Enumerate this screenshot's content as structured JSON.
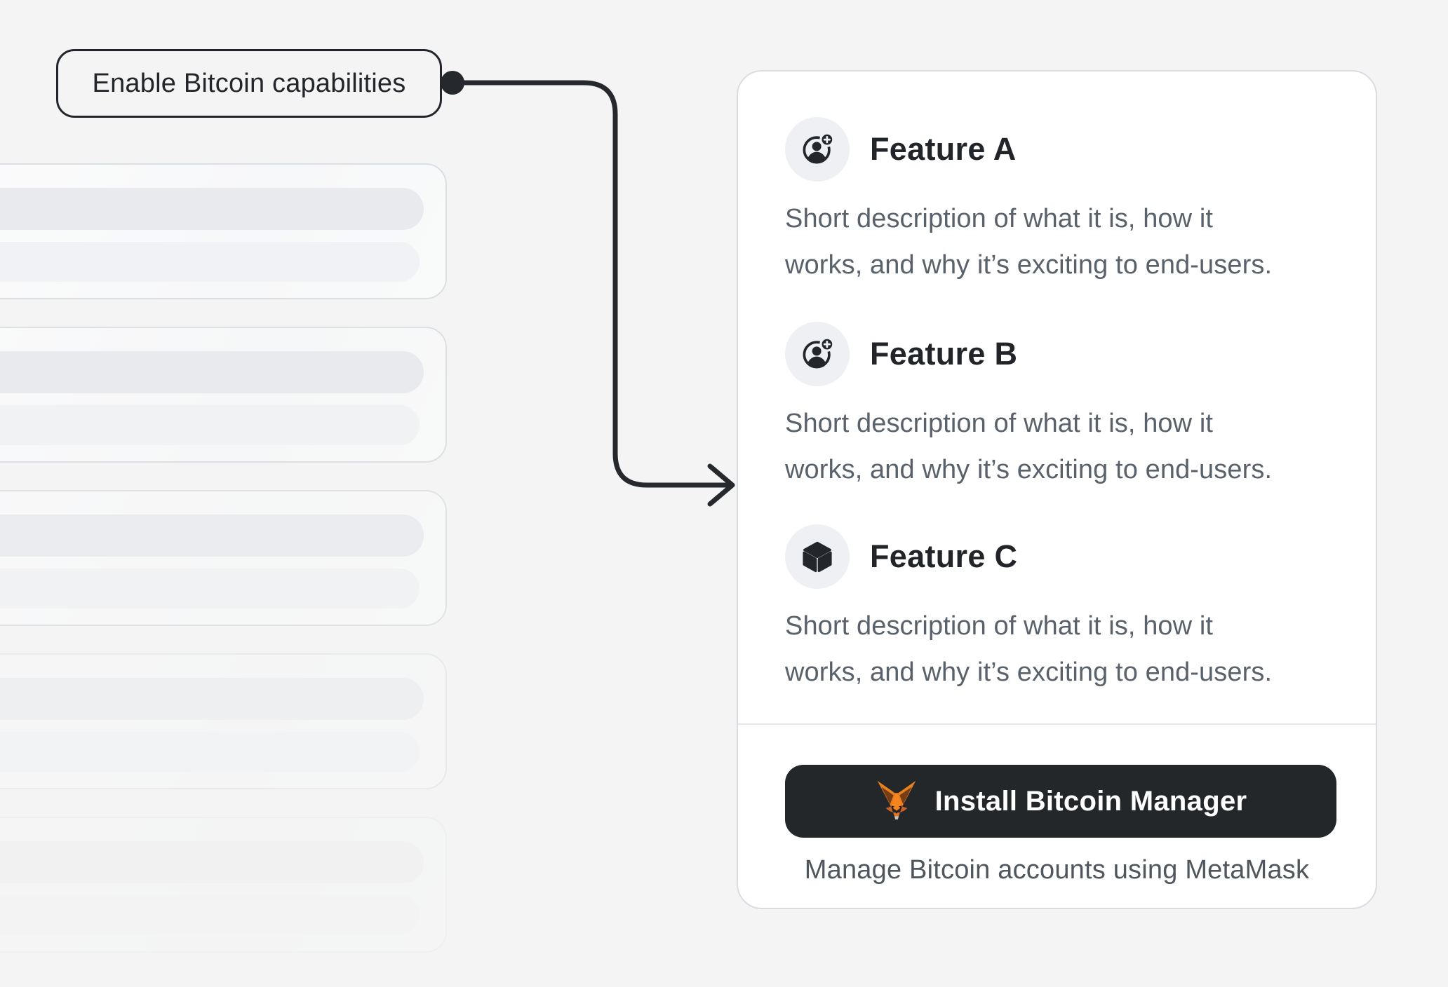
{
  "callout": {
    "label": "Enable Bitcoin capabilities"
  },
  "panel": {
    "features": [
      {
        "title": "Feature A",
        "icon": "user-add-icon",
        "description_line1": "Short description of what it is, how it",
        "description_line2": "works, and why it’s exciting to end-users."
      },
      {
        "title": "Feature B",
        "icon": "user-add-icon",
        "description_line1": "Short description of what it is, how it",
        "description_line2": "works, and why it’s exciting to end-users."
      },
      {
        "title": "Feature C",
        "icon": "cube-icon",
        "description_line1": "Short description of what it is, how it",
        "description_line2": "works, and why it’s exciting to end-users."
      }
    ],
    "install_button": {
      "label": "Install Bitcoin Manager",
      "icon": "metamask-fox-icon"
    },
    "caption": "Manage Bitcoin accounts using MetaMask"
  },
  "colors": {
    "page_bg": "#f4f4f4",
    "card_bg": "#ffffff",
    "card_border": "#d9dce1",
    "button_bg": "#24272a",
    "button_text": "#ffffff",
    "title_text": "#21252a",
    "body_text": "#59616b",
    "connector": "#25292e",
    "fox_orange": "#f5841f"
  }
}
